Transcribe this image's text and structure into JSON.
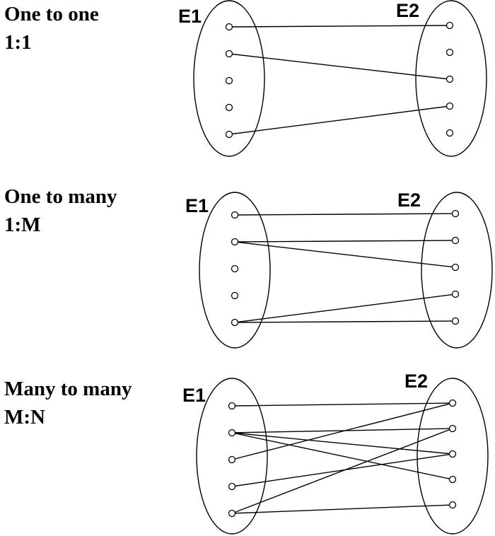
{
  "panels": [
    {
      "title": "One to one",
      "ratio": "1:1",
      "left_set": "E1",
      "right_set": "E2",
      "left_count": 5,
      "right_count": 5,
      "edges": [
        [
          0,
          0
        ],
        [
          1,
          2
        ],
        [
          4,
          3
        ]
      ]
    },
    {
      "title": "One to many",
      "ratio": "1:M",
      "left_set": "E1",
      "right_set": "E2",
      "left_count": 5,
      "right_count": 5,
      "edges": [
        [
          0,
          0
        ],
        [
          1,
          1
        ],
        [
          1,
          2
        ],
        [
          4,
          3
        ],
        [
          4,
          4
        ]
      ]
    },
    {
      "title": "Many to many",
      "ratio": "M:N",
      "left_set": "E1",
      "right_set": "E2",
      "left_count": 5,
      "right_count": 5,
      "edges": [
        [
          0,
          0
        ],
        [
          1,
          1
        ],
        [
          1,
          2
        ],
        [
          1,
          3
        ],
        [
          2,
          0
        ],
        [
          3,
          2
        ],
        [
          4,
          1
        ],
        [
          4,
          4
        ]
      ]
    }
  ]
}
